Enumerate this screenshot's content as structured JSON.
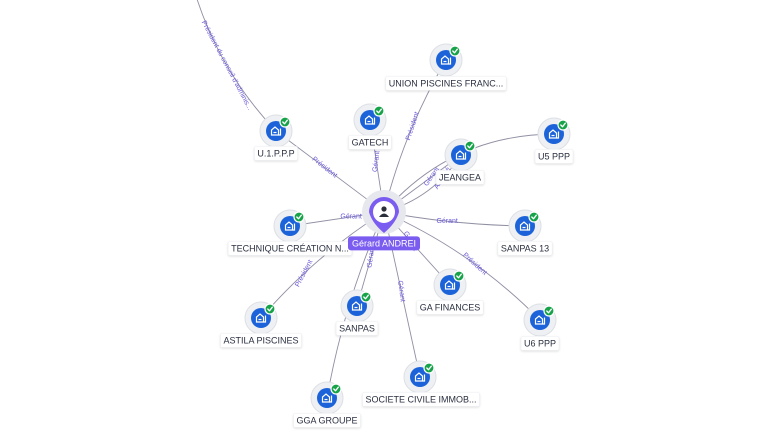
{
  "colors": {
    "accent_purple": "#7b5cf0",
    "company_icon_blue": "#1c63d9",
    "verified_green": "#17a34a",
    "edge_label": "#6c5bd8"
  },
  "center": {
    "name": "Gérard ANDREI",
    "icon": "person-icon"
  },
  "companies": [
    {
      "id": "union",
      "label": "UNION PISCINES FRANC...",
      "icon": "building-icon",
      "verified": true
    },
    {
      "id": "upp",
      "label": "U.1.P.P.P",
      "icon": "building-icon",
      "verified": true
    },
    {
      "id": "gatech",
      "label": "GATECH",
      "icon": "building-icon",
      "verified": true
    },
    {
      "id": "jeangea",
      "label": "JEANGEA",
      "icon": "building-icon",
      "verified": true
    },
    {
      "id": "u5",
      "label": "U5 PPP",
      "icon": "building-icon",
      "verified": true
    },
    {
      "id": "technique",
      "label": "TECHNIQUE CRÉATION N...",
      "icon": "building-icon",
      "verified": true
    },
    {
      "id": "sanpas13",
      "label": "SANPAS 13",
      "icon": "building-icon",
      "verified": true
    },
    {
      "id": "gafinances",
      "label": "GA FINANCES",
      "icon": "building-icon",
      "verified": true
    },
    {
      "id": "astila",
      "label": "ASTILA PISCINES",
      "icon": "building-icon",
      "verified": true
    },
    {
      "id": "sanpas",
      "label": "SANPAS",
      "icon": "building-icon",
      "verified": true
    },
    {
      "id": "u6",
      "label": "U6 PPP",
      "icon": "building-icon",
      "verified": true
    },
    {
      "id": "sci",
      "label": "SOCIETE CIVILE IMMOB...",
      "icon": "building-icon",
      "verified": true
    },
    {
      "id": "gga",
      "label": "GGA GROUPE",
      "icon": "building-icon",
      "verified": true
    }
  ],
  "relations": [
    {
      "from": "offscreen-top",
      "to": "upp",
      "label": "Président du conseil d'adminis..."
    },
    {
      "from": "center",
      "to": "upp",
      "label": "Président"
    },
    {
      "from": "center",
      "to": "gatech",
      "label": "Gérant"
    },
    {
      "from": "center",
      "to": "union",
      "label": "Président"
    },
    {
      "from": "center",
      "to": "jeangea",
      "label": "Gérant"
    },
    {
      "from": "center",
      "to": "jeangea",
      "label": "Associé"
    },
    {
      "from": "center",
      "to": "u5",
      "label": ""
    },
    {
      "from": "center",
      "to": "technique",
      "label": "Gérant"
    },
    {
      "from": "center",
      "to": "sanpas13",
      "label": "Gérant"
    },
    {
      "from": "center",
      "to": "gafinances",
      "label": "Gérant"
    },
    {
      "from": "center",
      "to": "u6",
      "label": "Président"
    },
    {
      "from": "center",
      "to": "astila",
      "label": "Président"
    },
    {
      "from": "center",
      "to": "sanpas",
      "label": "Gérant"
    },
    {
      "from": "center",
      "to": "sci",
      "label": "Gérant"
    },
    {
      "from": "center",
      "to": "gga",
      "label": ""
    }
  ]
}
